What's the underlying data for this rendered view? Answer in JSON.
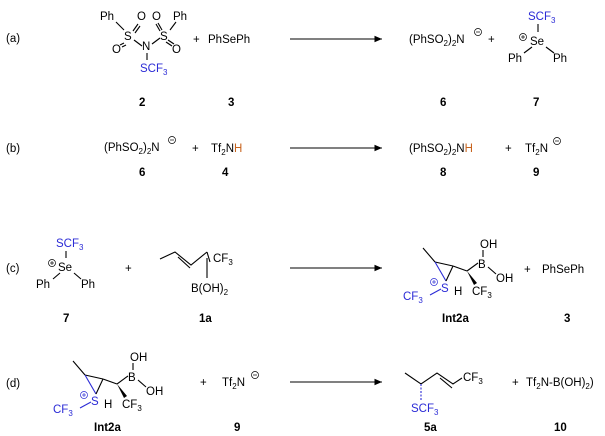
{
  "row_a": {
    "label": "(a)",
    "reagent_left_groups": [
      "Ph",
      "S",
      "O",
      "O",
      "N",
      "S",
      "O",
      "O",
      "Ph"
    ],
    "reagent_left_scf3": "SCF",
    "reagent_left_scf3_sub": "3",
    "plus1": "+",
    "reagent_right": "PhSePh",
    "product_left": "(PhSO",
    "product_left_sub": "2",
    "product_left_end": ")",
    "product_left_sub2": "2",
    "product_left_n": "N",
    "plus2": "+",
    "product_right_scf3": "SCF",
    "product_right_scf3_sub": "3",
    "product_right_se": "Se",
    "product_right_ph1": "Ph",
    "product_right_ph2": "Ph",
    "num_1": "2",
    "num_2": "3",
    "num_3": "6",
    "num_4": "7"
  },
  "row_b": {
    "label": "(b)",
    "reactant1": "(PhSO",
    "reactant1_sub": "2",
    "reactant1_end": ")",
    "reactant1_sub2": "2",
    "reactant1_n": "N",
    "plus1": "+",
    "reactant2_tf": "Tf",
    "reactant2_sub": "2",
    "reactant2_n": "N",
    "reactant2_h": "H",
    "product1": "(PhSO",
    "product1_sub": "2",
    "product1_end": ")",
    "product1_sub2": "2",
    "product1_n": "N",
    "product1_h": "H",
    "plus2": "+",
    "product2_tf": "Tf",
    "product2_sub": "2",
    "product2_n": "N",
    "num_1": "6",
    "num_2": "4",
    "num_3": "8",
    "num_4": "9"
  },
  "row_c": {
    "label": "(c)",
    "r1_scf3": "SCF",
    "r1_scf3_sub": "3",
    "r1_se": "Se",
    "r1_ph1": "Ph",
    "r1_ph2": "Ph",
    "plus1": "+",
    "r2_cf3": "CF",
    "r2_cf3_sub": "3",
    "r2_boh": "B(OH)",
    "r2_boh_sub": "2",
    "p1_oh1": "OH",
    "p1_b": "B",
    "p1_oh2": "OH",
    "p1_s": "S",
    "p1_cf3a": "CF",
    "p1_cf3a_sub": "3",
    "p1_h": "H",
    "p1_cf3b": "CF",
    "p1_cf3b_sub": "3",
    "plus2": "+",
    "p2": "PhSePh",
    "num_1": "7",
    "num_2": "1a",
    "num_3": "Int2a",
    "num_4": "3"
  },
  "row_d": {
    "label": "(d)",
    "r1_oh1": "OH",
    "r1_b": "B",
    "r1_oh2": "OH",
    "r1_s": "S",
    "r1_cf3a": "CF",
    "r1_cf3a_sub": "3",
    "r1_h": "H",
    "r1_cf3b": "CF",
    "r1_cf3b_sub": "3",
    "plus1": "+",
    "r2_tf": "Tf",
    "r2_sub": "2",
    "r2_n": "N",
    "p1_cf3": "CF",
    "p1_cf3_sub": "3",
    "p1_scf3": "SCF",
    "p1_scf3_sub": "3",
    "plus2": "+",
    "p2_tf": "Tf",
    "p2_sub": "2",
    "p2_mid": "N-B(OH)",
    "p2_sub2": "2",
    "num_1": "Int2a",
    "num_2": "9",
    "num_3": "5a",
    "num_4": "10"
  }
}
